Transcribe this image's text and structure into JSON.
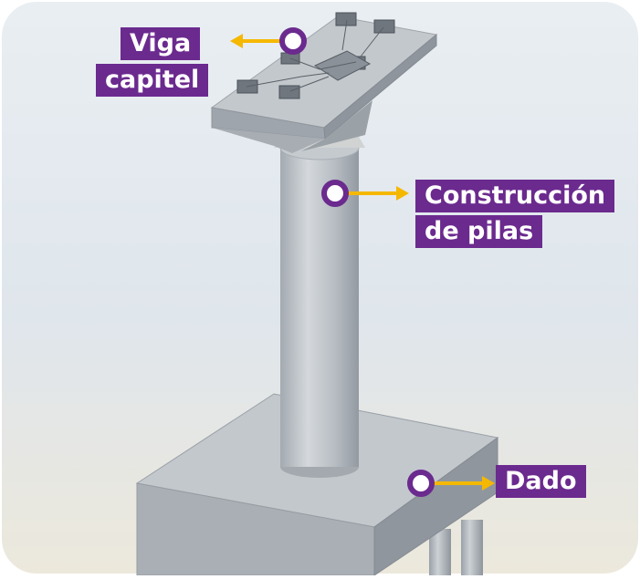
{
  "labels": {
    "viga_line1": "Viga",
    "viga_line2": "capitel",
    "pilas_line1": "Construcción",
    "pilas_line2": "de pilas",
    "dado": "Dado"
  },
  "colors": {
    "label_bg": "#6b2a8e",
    "label_text": "#ffffff",
    "arrow": "#f5b800",
    "marker_ring": "#6b2a8e",
    "marker_fill": "#ffffff",
    "concrete_light": "#c9ced4",
    "concrete_mid": "#aeb4bb",
    "concrete_dark": "#8e959d"
  }
}
